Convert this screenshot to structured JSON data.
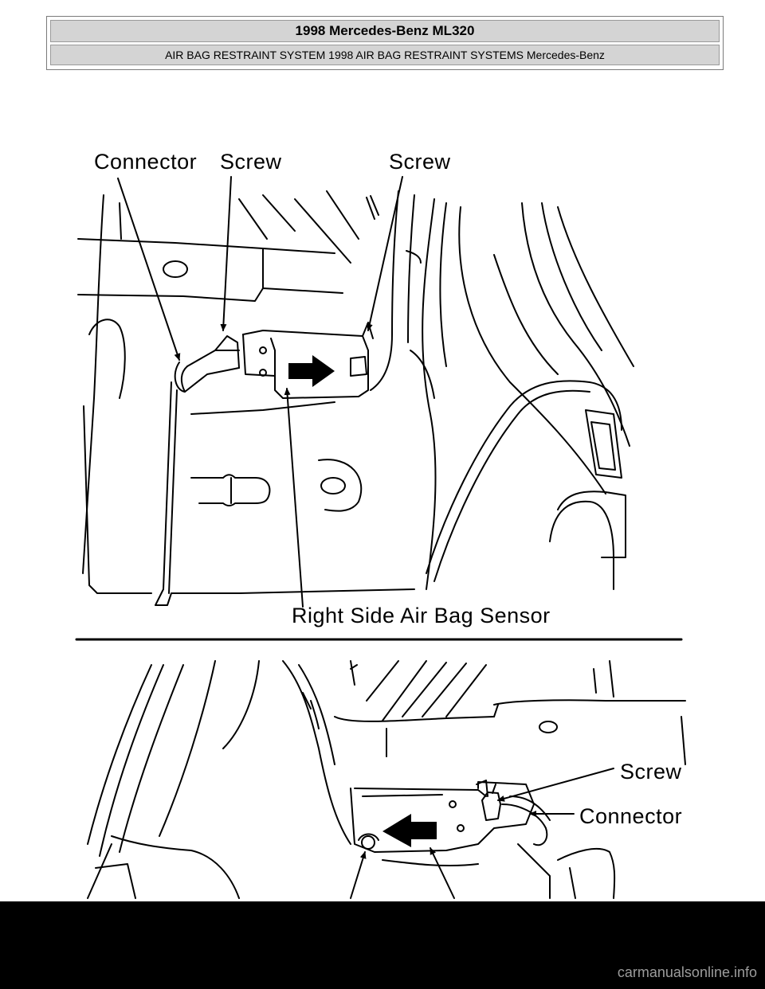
{
  "header": {
    "title": "1998 Mercedes-Benz ML320",
    "subtitle": "AIR BAG RESTRAINT SYSTEM 1998 AIR BAG RESTRAINT SYSTEMS Mercedes-Benz"
  },
  "figure_top": {
    "label_connector": "Connector",
    "label_screw_left": "Screw",
    "label_screw_right": "Screw",
    "caption": "Right Side Air Bag Sensor"
  },
  "figure_bottom": {
    "label_screw": "Screw",
    "label_connector": "Connector"
  },
  "footer": {
    "watermark": "carmanualsonline.info"
  }
}
